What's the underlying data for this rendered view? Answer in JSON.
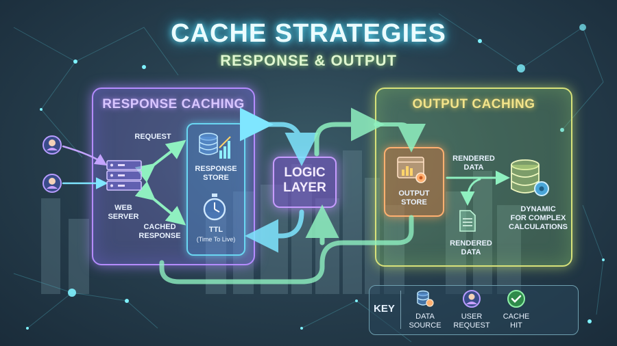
{
  "header": {
    "title": "CACHE STRATEGIES",
    "subtitle": "RESPONSE & OUTPUT"
  },
  "response_caching": {
    "title": "RESPONSE CACHING",
    "request_label": "REQUEST",
    "cached_response_label": "CACHED\nRESPONSE",
    "web_server_label": "WEB\nSERVER",
    "response_store_label": "RESPONSE\nSTORE",
    "ttl_label": "TTL",
    "ttl_detail": "(Time To Live)"
  },
  "logic_layer": {
    "label": "LOGIC\nLAYER"
  },
  "output_caching": {
    "title": "OUTPUT CACHING",
    "output_store_label": "OUTPUT\nSTORE",
    "rendered_data_top": "RENDERED\nDATA",
    "rendered_data_bottom": "RENDERED\nDATA",
    "dynamic_label": "DYNAMIC\nFOR COMPLEX\nCALCULATIONS"
  },
  "key": {
    "title": "KEY",
    "items": [
      {
        "label": "DATA\nSOURCE",
        "icon": "database-icon"
      },
      {
        "label": "USER\nREQUEST",
        "icon": "user-icon"
      },
      {
        "label": "CACHE\nHIT",
        "icon": "check-icon"
      }
    ]
  },
  "colors": {
    "accent_cyan": "#5fe6ff",
    "response_purple": "#b58cff",
    "output_yellow": "#d8e27a",
    "arrow_green": "#7df0a8",
    "output_orange": "#ffb070"
  }
}
